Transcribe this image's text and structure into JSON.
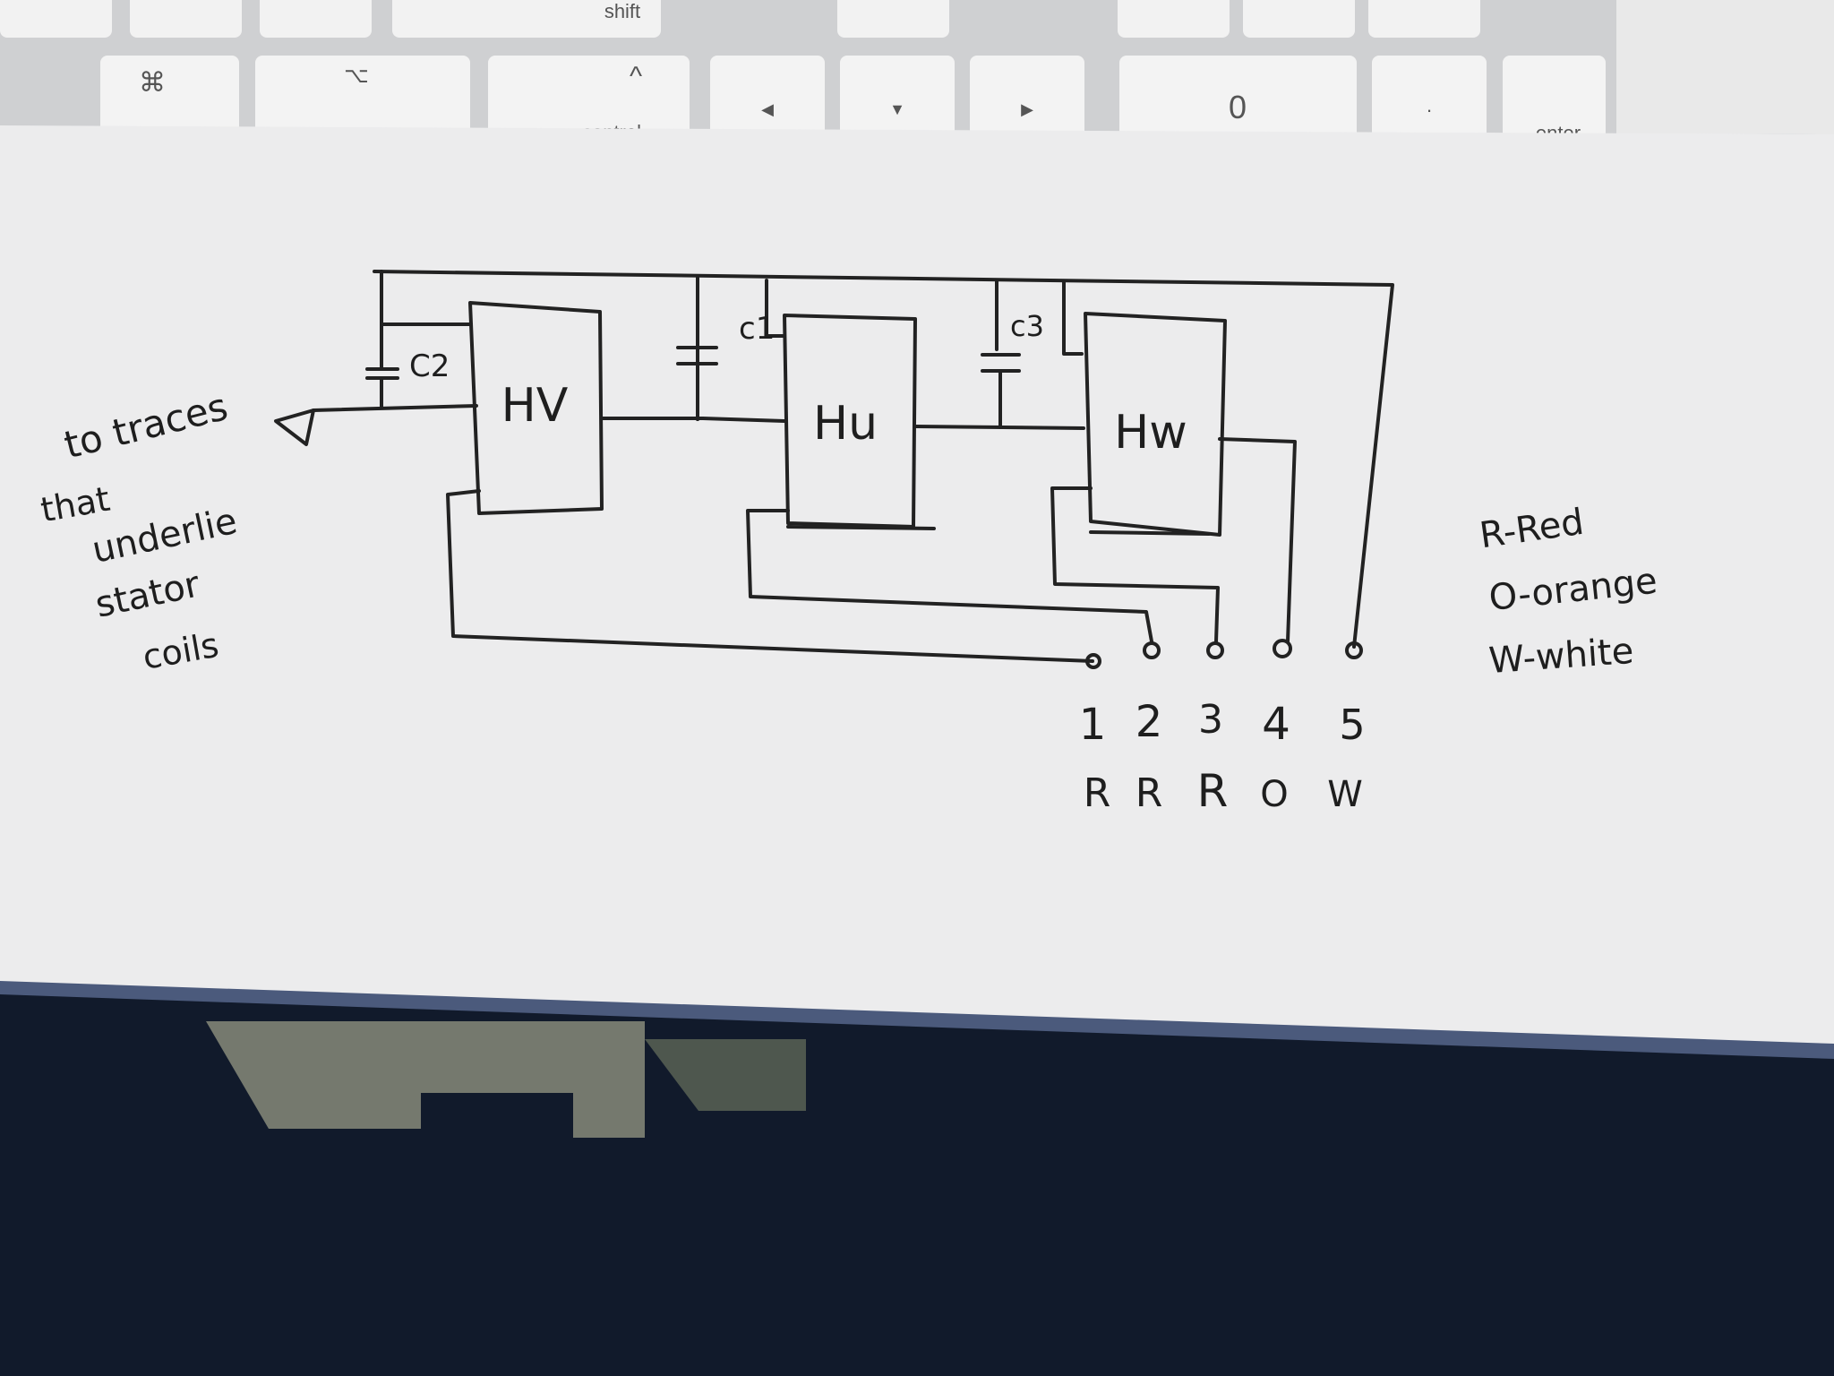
{
  "keyboard": {
    "keys": {
      "shift": "shift",
      "command": "⌘",
      "option_symbol": "⌥",
      "control": "control",
      "control_symbol": "^",
      "arrow_left": "◀",
      "arrow_down": "▼",
      "arrow_right": "▶",
      "zero": "0",
      "dot": ".",
      "enter": "enter"
    }
  },
  "diagram": {
    "components": {
      "hv": "HV",
      "hu": "Hu",
      "hw": "Hw",
      "c1": "c1",
      "c2": "C2",
      "c3": "c3"
    },
    "note": {
      "line1": "to traces",
      "line2": "that",
      "line3": "underlie",
      "line4": "stator",
      "line5": "coils"
    },
    "pins": [
      {
        "number": "1",
        "color": "R"
      },
      {
        "number": "2",
        "color": "R"
      },
      {
        "number": "3",
        "color": "R"
      },
      {
        "number": "4",
        "color": "O"
      },
      {
        "number": "5",
        "color": "W"
      }
    ],
    "legend": {
      "red": "R-Red",
      "orange": "O-orange",
      "white": "W-white"
    }
  },
  "colors": {
    "paper": "#ededee",
    "ink": "#1e1e1e",
    "keyboard": "#d6d6d8",
    "jeans": "#111a2b"
  }
}
